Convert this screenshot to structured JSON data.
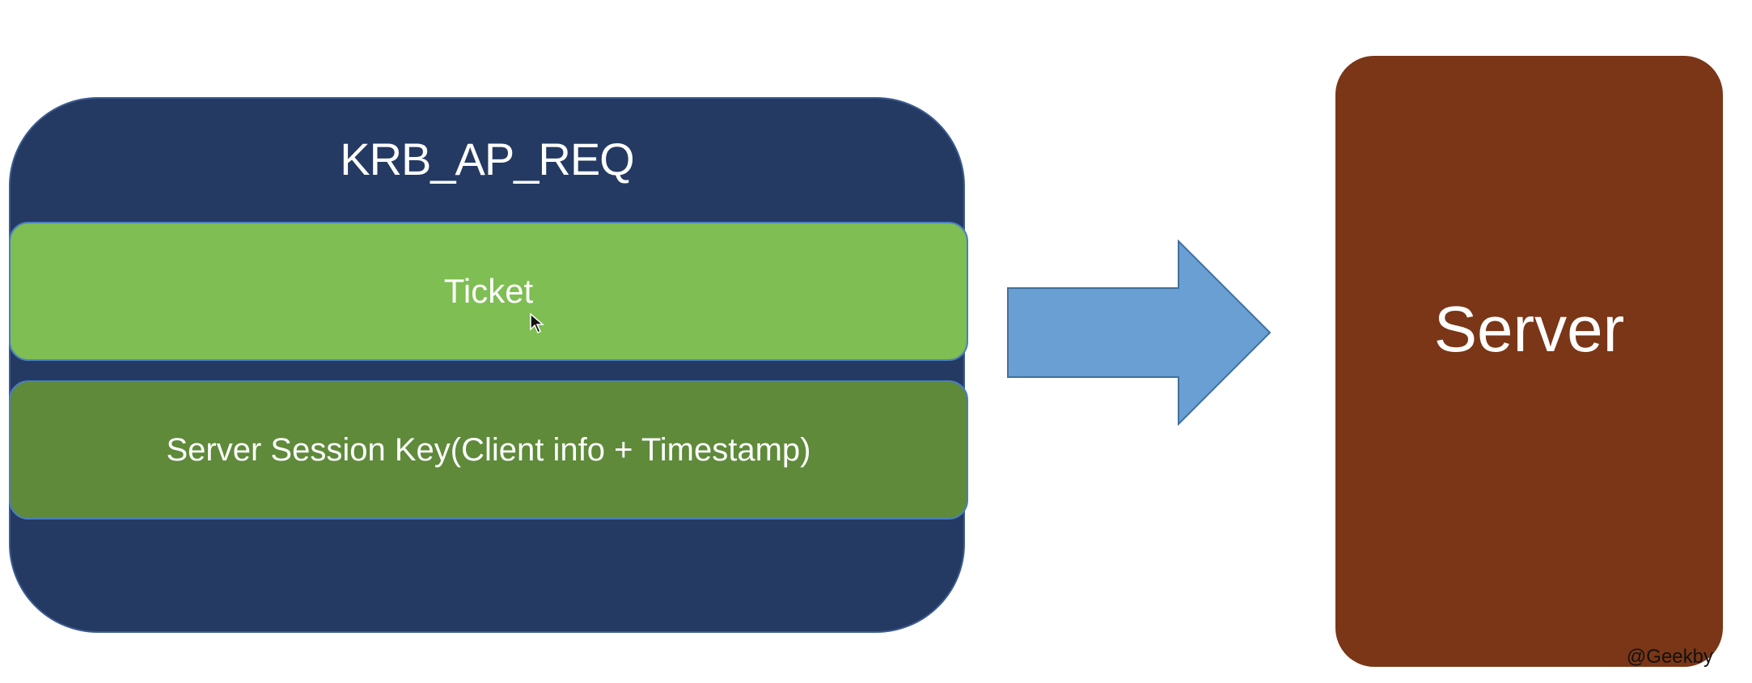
{
  "diagram": {
    "message": {
      "title": "KRB_AP_REQ",
      "fields": [
        {
          "label": "Ticket"
        },
        {
          "label": "Server Session Key(Client info + Timestamp)"
        }
      ]
    },
    "arrow_icon": "right-arrow",
    "target": {
      "label": "Server"
    },
    "watermark": "@Geekby"
  },
  "colors": {
    "message_bg": "#243a63",
    "ticket_bg": "#7ebe52",
    "session_bg": "#5e8a3a",
    "arrow_fill": "#6a9fd4",
    "server_bg": "#7a3616",
    "text": "#ffffff"
  }
}
